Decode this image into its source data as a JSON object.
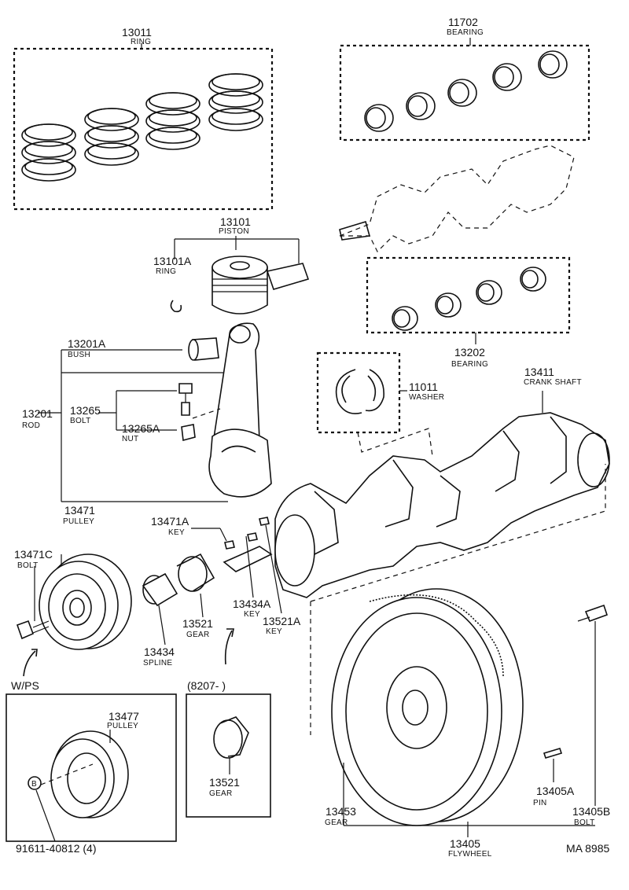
{
  "labels": {
    "p13011": {
      "number": "13011",
      "name": "RING"
    },
    "p11702": {
      "number": "11702",
      "name": "BEARING"
    },
    "p13101": {
      "number": "13101",
      "name": "PISTON"
    },
    "p13101A": {
      "number": "13101A",
      "name": "RING"
    },
    "p13201A": {
      "number": "13201A",
      "name": "BUSH"
    },
    "p13201": {
      "number": "13201",
      "name": "ROD"
    },
    "p13265": {
      "number": "13265",
      "name": "BOLT"
    },
    "p13265A": {
      "number": "13265A",
      "name": "NUT"
    },
    "p13202": {
      "number": "13202",
      "name": "BEARING"
    },
    "p11011": {
      "number": "11011",
      "name": "WASHER"
    },
    "p13411": {
      "number": "13411",
      "name": "CRANK SHAFT"
    },
    "p13471": {
      "number": "13471",
      "name": "PULLEY"
    },
    "p13471A": {
      "number": "13471A",
      "name": "KEY"
    },
    "p13471C": {
      "number": "13471C",
      "name": "BOLT"
    },
    "p13434A": {
      "number": "13434A",
      "name": "KEY"
    },
    "p13521A": {
      "number": "13521A",
      "name": "KEY"
    },
    "p13521": {
      "number": "13521",
      "name": "GEAR"
    },
    "p13434": {
      "number": "13434",
      "name": "SPLINE"
    },
    "p13477": {
      "number": "13477",
      "name": "PULLEY"
    },
    "p13521b": {
      "number": "13521",
      "name": "GEAR"
    },
    "p13453": {
      "number": "13453",
      "name": "GEAR"
    },
    "p13405": {
      "number": "13405",
      "name": "FLYWHEEL"
    },
    "p13405A": {
      "number": "13405A",
      "name": "PIN"
    },
    "p13405B": {
      "number": "13405B",
      "name": "BOLT"
    },
    "p91611": {
      "number": "91611-40812 (4)",
      "name": ""
    }
  },
  "notes": {
    "wps": "W/PS",
    "date_range": "(8207-        )",
    "circle_b": "B",
    "figure_code": "MA  8985"
  }
}
